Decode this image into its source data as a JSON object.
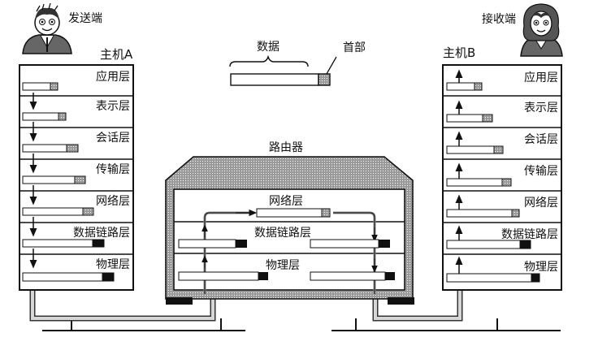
{
  "labels": {
    "sender": "发送端",
    "receiver": "接收端",
    "host_a": "主机A",
    "host_b": "主机B",
    "data": "数据",
    "header": "首部",
    "router": "路由器"
  },
  "host_layers": [
    "应用层",
    "表示层",
    "会话层",
    "传输层",
    "网络层",
    "数据链路层",
    "物理层"
  ],
  "router_layers": [
    "网络层",
    "数据链路层",
    "物理层"
  ],
  "colors": {
    "line": "#111111",
    "header_fill": "#777777",
    "cable_fill": "#d9d9d9"
  }
}
